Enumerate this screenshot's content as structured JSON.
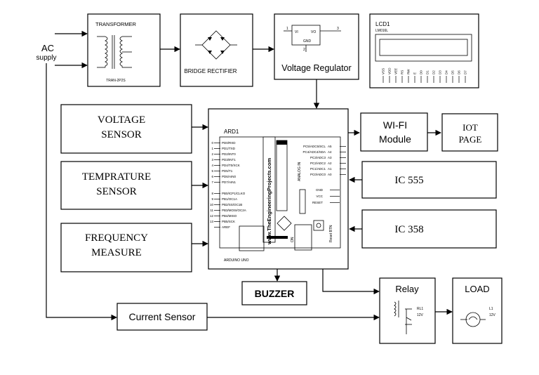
{
  "input": {
    "title": "AC",
    "subtitle": "supply"
  },
  "transformer": {
    "title": "TRANSFORMER",
    "part": "TRAN-2P2S"
  },
  "rectifier": {
    "title": "BRIDGE RECTIFIER"
  },
  "regulator": {
    "title": "Voltage Regulator",
    "pin_vi": "VI",
    "pin_vo": "VO",
    "pin_gnd": "GND",
    "num_1": "1",
    "num_3": "3",
    "num_2": "2"
  },
  "lcd": {
    "title": "LCD1",
    "model": "LM016L",
    "pins": [
      "VSS",
      "VDD",
      "VEE",
      "RS",
      "RW",
      "E",
      "D0",
      "D1",
      "D2",
      "D3",
      "D4",
      "D5",
      "D6",
      "D7"
    ]
  },
  "sensors": {
    "voltage": {
      "line1": "VOLTAGE",
      "line2": "SENSOR"
    },
    "temperature": {
      "line1": "TEMPRATURE",
      "line2": "SENSOR"
    },
    "frequency": {
      "line1": "FREQUENCY",
      "line2": "MEASURE"
    }
  },
  "arduino": {
    "label": "ARD1",
    "board": "ARDUINO UNO",
    "watermark": "www.TheEngineeringProjects.com",
    "analog_in": "ANALOG IN",
    "reset_btn": "Reset BTN",
    "on": "ON",
    "left_pins": [
      "PD0/RXD",
      "PD1/TXD",
      "PD2/INT0",
      "PD3/INT1",
      "PD4/T0/XCK",
      "PD5/T1",
      "PD6/AIN0",
      "PD7/AIN1",
      "PB0/ICP1/CLKO",
      "PB1/OC1A",
      "PB2/SS/OC1B",
      "PB3/MOSI/OC2A",
      "PB4/MISO",
      "PB5/SCK",
      "AREF"
    ],
    "left_nums": [
      "0",
      "1",
      "2",
      "3",
      "4",
      "5",
      "6",
      "7",
      "8",
      "9",
      "10",
      "11",
      "12",
      "13"
    ],
    "right_pins": [
      "PC5/ADC5/SCL",
      "PC4/ADC4/SDA",
      "PC3/ADC3",
      "PC2/ADC2",
      "PC1/ADC1",
      "PC0/ADC0"
    ],
    "right_nums": [
      "A5",
      "A4",
      "A3",
      "A2",
      "A1",
      "A0"
    ],
    "power_pins": [
      "GND",
      "VCC",
      "RESET"
    ]
  },
  "wifi": {
    "line1": "WI-FI",
    "line2": "Module"
  },
  "iot": {
    "line1": "IOT",
    "line2": "PAGE"
  },
  "ic555": {
    "title": "IC 555"
  },
  "ic358": {
    "title": "IC 358"
  },
  "buzzer": {
    "title": "BUZZER"
  },
  "current": {
    "title": "Current Sensor"
  },
  "relay": {
    "title": "Relay",
    "part": "RL1",
    "volt": "12V"
  },
  "load": {
    "title": "LOAD",
    "part": "L1",
    "volt": "12V"
  }
}
